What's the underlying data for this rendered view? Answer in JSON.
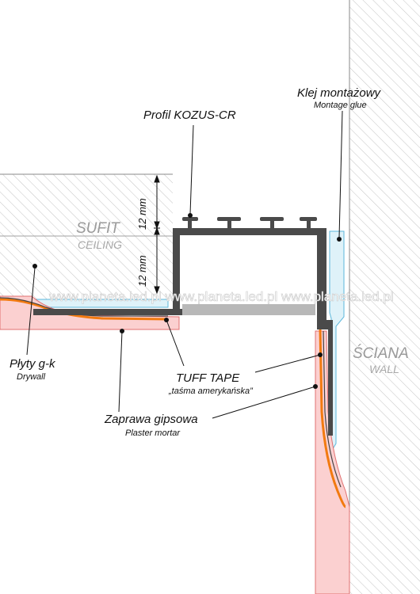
{
  "labels": {
    "profile": "Profil KOZUS-CR",
    "glue_pl": "Klej montażowy",
    "glue_en": "Montage glue",
    "ceiling_pl": "SUFIT",
    "ceiling_en": "CEILING",
    "wall_pl": "ŚCIANA",
    "wall_en": "WALL",
    "drywall_pl": "Płyty g-k",
    "drywall_en": "Drywall",
    "tape_pl": "TUFF TAPE",
    "tape_en": "„taśma amerykańska”",
    "mortar_pl": "Zaprawa gipsowa",
    "mortar_en": "Plaster mortar"
  },
  "dimensions": {
    "upper": "12 mm",
    "lower": "12 mm"
  },
  "watermark": "www.planeta.led.pl www.planeta.led.pl www.planeta.led.pl",
  "colors": {
    "profile": "#4a4a4a",
    "diffuser": "#b8b8b8",
    "glue": "#dff2f9",
    "glue_stroke": "#5bb7db",
    "drywall": "#fbd0d0",
    "drywall_stroke": "#e07070",
    "tape": "#f27a10",
    "hatch": "#bdbdbd"
  }
}
